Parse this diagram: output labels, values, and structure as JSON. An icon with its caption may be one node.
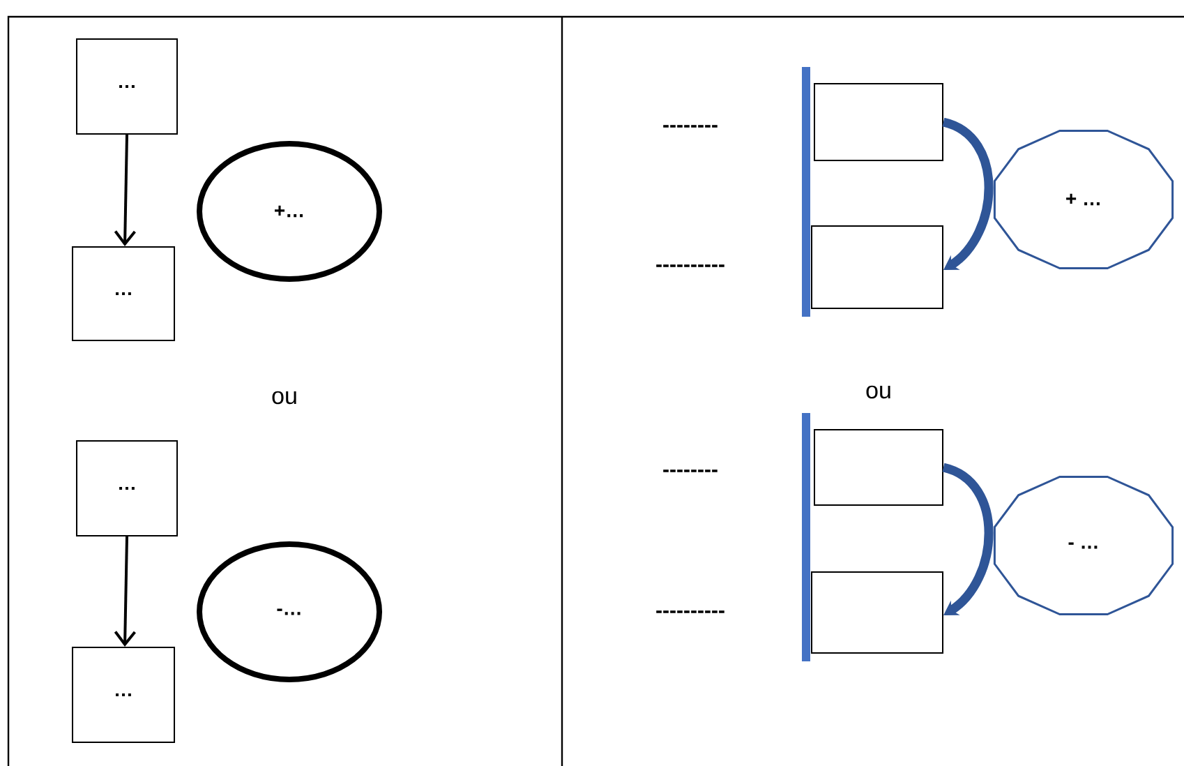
{
  "diagram": {
    "nodes": [
      {
        "text": [
          "…"
        ]
      },
      {
        "text": [
          "…"
        ]
      },
      {
        "text": [
          "+…"
        ]
      },
      {
        "text": [
          "…"
        ]
      },
      {
        "text": [
          "…"
        ]
      },
      {
        "text": [
          "-…"
        ]
      },
      {
        "text": [],
        "shape": "box"
      },
      {
        "text": [],
        "shape": "box"
      },
      {
        "text": [
          "+ …"
        ]
      },
      {
        "text": [],
        "shape": "box"
      },
      {
        "text": [],
        "shape": "box"
      },
      {
        "text": [
          "- …"
        ]
      }
    ],
    "edges": [
      {
        "from": 0,
        "to": 1,
        "arrow": "to"
      },
      {
        "from": 3,
        "to": 4,
        "arrow": "to"
      },
      {
        "from": 6,
        "to": 7,
        "arrow": "to",
        "style": "thick",
        "color": "#2f5597"
      },
      {
        "from": 9,
        "to": 10,
        "arrow": "to",
        "style": "thick",
        "color": "#2f5597"
      }
    ],
    "labels": [
      "ou",
      "--------",
      "----------",
      "ou",
      "--------",
      "----------"
    ]
  }
}
